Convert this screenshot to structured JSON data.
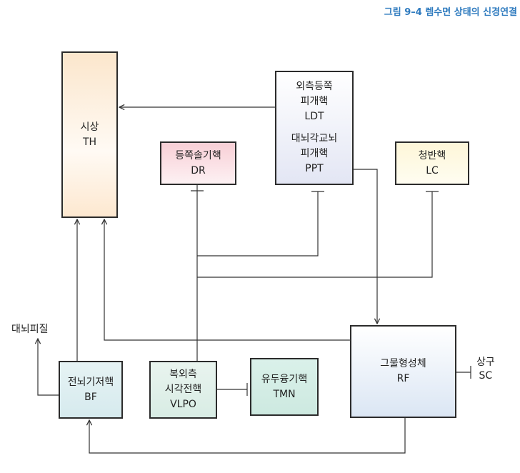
{
  "figure": {
    "title": "그림 9–4 렘수면 상태의 신경연결"
  },
  "nodes": {
    "th": {
      "name": "시상",
      "abbr": "TH"
    },
    "dr": {
      "name": "등쪽솔기핵",
      "abbr": "DR"
    },
    "ldt": {
      "name_line1": "외측등쪽",
      "name_line2": "피개핵",
      "abbr": "LDT"
    },
    "ppt": {
      "name_line1": "대뇌각교뇌",
      "name_line2": "피개핵",
      "abbr": "PPT"
    },
    "lc": {
      "name": "청반핵",
      "abbr": "LC"
    },
    "bf": {
      "name": "전뇌기저핵",
      "abbr": "BF"
    },
    "vlpo": {
      "name_line1": "복외측",
      "name_line2": "시각전핵",
      "abbr": "VLPO"
    },
    "tmn": {
      "name": "유두융기핵",
      "abbr": "TMN"
    },
    "rf": {
      "name": "그물형성체",
      "abbr": "RF"
    }
  },
  "labels": {
    "cortex": "대뇌피질",
    "sc_name": "상구",
    "sc_abbr": "SC"
  }
}
